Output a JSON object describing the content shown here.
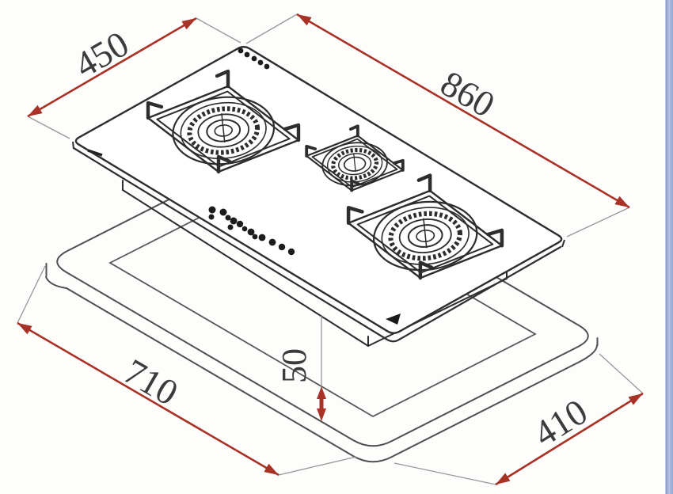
{
  "diagram": {
    "type": "gas-hob-installation-drawing",
    "burner_count": 3,
    "dimension_labels": {
      "hob_width": "450",
      "hob_length": "860",
      "install_depth": "50",
      "cutout_length": "710",
      "cutout_width": "410"
    },
    "colors": {
      "dimension_arrow": "#a93227",
      "drawing_line": "#2e2e2e",
      "counter_line": "#4f4f4f",
      "extension_line": "#979797",
      "label_text": "#3b3b3b",
      "border_accent": "#93a6d3",
      "background": "#fdfdfb"
    }
  }
}
